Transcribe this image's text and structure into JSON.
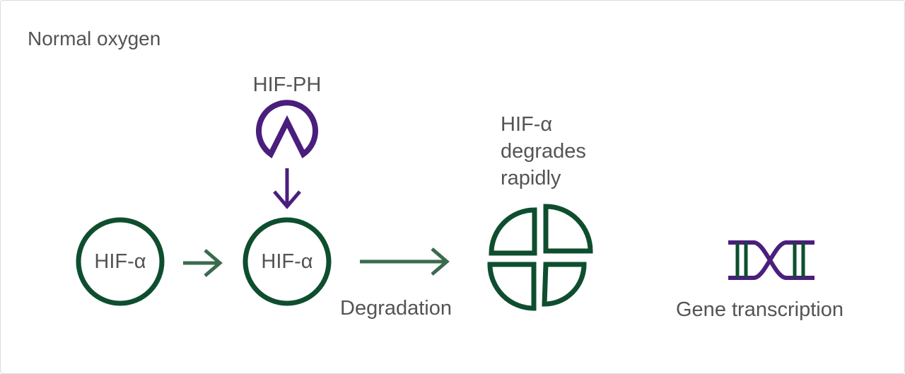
{
  "heading": "Normal oxygen",
  "enzyme_label": "HIF-PH",
  "circle_left_label": "HIF-α",
  "circle_right_label": "HIF-α",
  "degradation_label": "Degradation",
  "degrades_label": [
    "HIF-α",
    "degrades",
    "rapidly"
  ],
  "gene_label": "Gene transcription",
  "colors": {
    "green_dark": "#0e4e2f",
    "green_arrow": "#3a6b4e",
    "purple": "#4a1e7d",
    "text": "#545454"
  }
}
